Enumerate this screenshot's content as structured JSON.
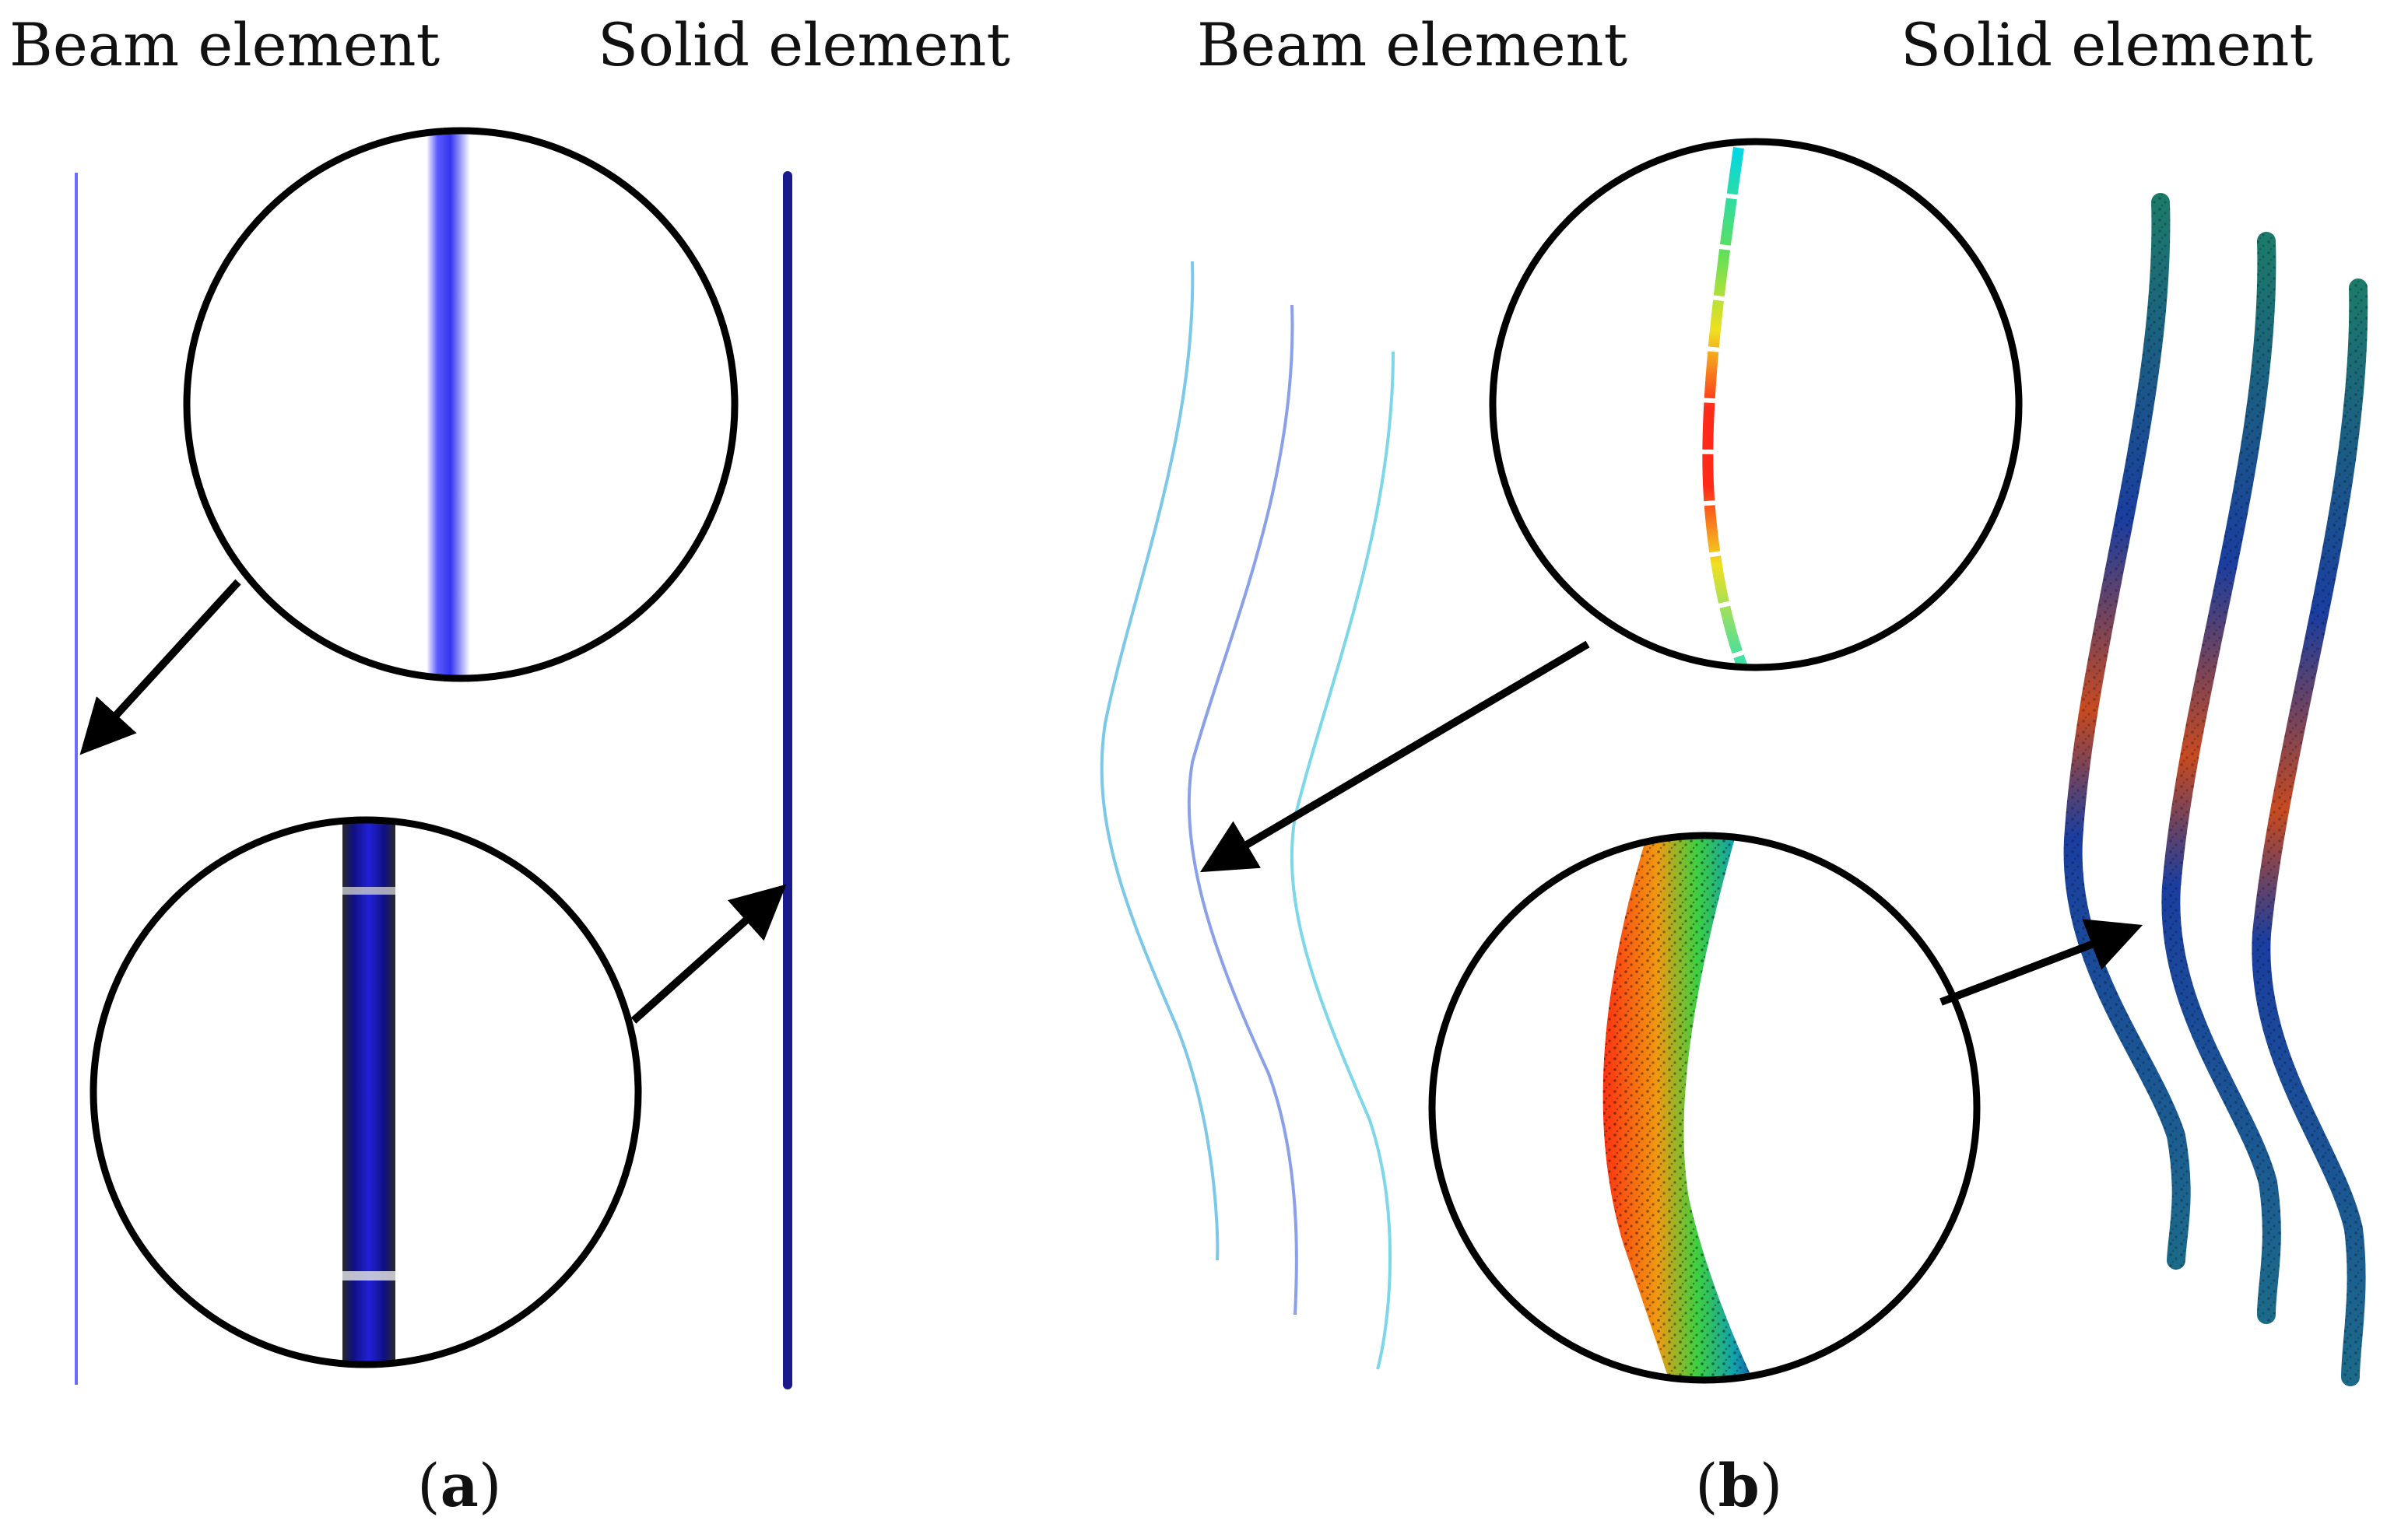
{
  "panel_a": {
    "beam_label": "Beam element",
    "solid_label": "Solid element",
    "caption_open": "(",
    "caption_letter": "a",
    "caption_close": ")"
  },
  "panel_b": {
    "beam_label": "Beam element",
    "solid_label": "Solid element",
    "caption_open": "(",
    "caption_letter": "b",
    "caption_close": ")"
  },
  "colors": {
    "beam_line": "#6b6bff",
    "solid_rod": "#1a1a8c",
    "arrow": "#000000",
    "circle_stroke": "#000000"
  }
}
